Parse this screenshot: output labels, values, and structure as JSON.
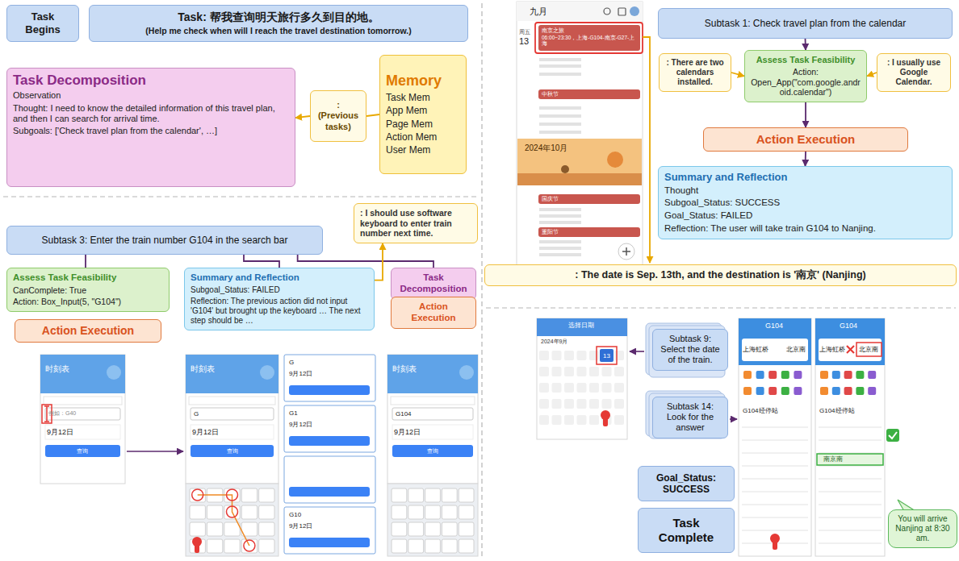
{
  "diagram": {
    "nodes": [
      {
        "text": [
          "Task Begins"
        ]
      },
      {
        "text": [
          "Task: 帮我查询明天旅行多久到目的地。",
          "(Help me check when will I reach the travel destination tomorrow.)"
        ]
      },
      {
        "text": [
          "Task Decomposition",
          "Observation",
          "Thought: I need to know the detailed information of this travel plan, and then I can search for arrival time.",
          "Subgoals: ['Check travel plan from the calendar', …]"
        ]
      },
      {
        "text": [
          ": (Previous tasks)"
        ]
      },
      {
        "text": [
          "Memory",
          "Task Mem",
          "App Mem",
          "Page Mem",
          "Action Mem",
          "User Mem"
        ]
      },
      {
        "text": [
          "Subtask 3: Enter the train number G104 in the search bar"
        ]
      },
      {
        "text": [
          ": I should use software keyboard to enter train number next time."
        ]
      },
      {
        "text": [
          "Assess Task Feasibility",
          "CanComplete: True",
          "Action: Box_Input(5, \"G104\")"
        ]
      },
      {
        "text": [
          "Action Execution"
        ]
      },
      {
        "text": [
          "Summary and Reflection",
          "Subgoal_Status: FAILED",
          "Reflection: The previous action did not input 'G104' but brought up the keyboard … The next step should be …"
        ]
      },
      {
        "text": [
          "Task Decomposition"
        ]
      },
      {
        "text": [
          "Action Execution"
        ]
      },
      {
        "text": [
          "Subtask 1: Check travel plan from the calendar"
        ]
      },
      {
        "text": [
          ": There are two calendars installed."
        ]
      },
      {
        "text": [
          "Assess Task Feasibility",
          "Action: Open_App(\"com.google.android.calendar\")"
        ]
      },
      {
        "text": [
          ": I usually use Google Calendar."
        ]
      },
      {
        "text": [
          "Action Execution"
        ]
      },
      {
        "text": [
          "Summary and Reflection",
          "Thought",
          "Subgoal_Status: SUCCESS",
          "Goal_Status: FAILED",
          "Reflection: The user will take train G104 to Nanjing."
        ]
      },
      {
        "text": [
          ": The date is Sep. 13th, and the destination is '南京' (Nanjing)"
        ]
      },
      {
        "text": [
          "Subtask 9: Select the date of the train."
        ]
      },
      {
        "text": [
          "Subtask 14: Look for the answer"
        ]
      },
      {
        "text": [
          "Goal_Status: SUCCESS"
        ]
      },
      {
        "text": [
          "Task Complete"
        ]
      },
      {
        "text": [
          "You will arrive Nanjing at 8:30 am."
        ]
      }
    ],
    "edges": [
      {
        "from": 4,
        "to": 3,
        "arrow": "none"
      },
      {
        "from": 3,
        "to": 2,
        "arrow": "to"
      },
      {
        "from": 5,
        "to": 7,
        "arrow": "none"
      },
      {
        "from": 5,
        "to": 9,
        "arrow": "none"
      },
      {
        "from": 5,
        "to": 10,
        "arrow": "none"
      },
      {
        "from": 9,
        "to": 6,
        "arrow": "to"
      },
      {
        "from": 13,
        "to": 14,
        "arrow": "to"
      },
      {
        "from": 15,
        "to": 14,
        "arrow": "to"
      },
      {
        "from": 12,
        "to": 14,
        "arrow": "to"
      },
      {
        "from": 14,
        "to": 16,
        "arrow": "to"
      },
      {
        "from": 16,
        "to": 17,
        "arrow": "to"
      }
    ],
    "labels": [
      "九月",
      "周五",
      "13",
      "南京之旅",
      "06:00~23:30，上海-G104-南京-G27-上海",
      "中秋节",
      "2024年10月",
      "国庆节",
      "重阳节",
      "时刻表",
      "例如：G40",
      "9月12日",
      "查询",
      "时刻表",
      "G",
      "9月12日",
      "查询",
      "G",
      "9月12日",
      "G1",
      "9月12日",
      "G10",
      "9月12日",
      "时刻表",
      "G104",
      "9月12日",
      "查询",
      "选择日期",
      "2024年9月",
      "13",
      "G104",
      "上海虹桥",
      "北京南",
      "G104经停站",
      "G104",
      "上海虹桥",
      "北京南",
      "G104经停站",
      "南京南"
    ]
  }
}
